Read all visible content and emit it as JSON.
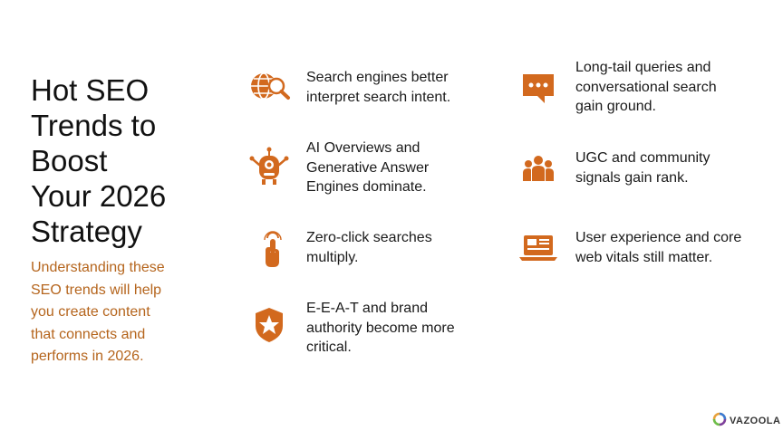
{
  "title_lines": [
    "Hot SEO",
    "Trends to",
    "Boost",
    "Your 2026",
    "Strategy"
  ],
  "subtitle_lines": [
    "Understanding these",
    "SEO trends will help",
    "you create content",
    "that connects and",
    "performs in 2026."
  ],
  "accent_color": "#d2691e",
  "subtitle_color": "#b5651d",
  "trends": [
    {
      "icon": "globe-search-icon",
      "lines": [
        "Search engines better",
        "interpret search intent."
      ]
    },
    {
      "icon": "robot-icon",
      "lines": [
        "AI Overviews and",
        "Generative Answer",
        "Engines dominate."
      ]
    },
    {
      "icon": "pointer-click-icon",
      "lines": [
        "Zero-click searches",
        "multiply."
      ]
    },
    {
      "icon": "badge-star-icon",
      "lines": [
        "E-E-A-T and brand",
        "authority become more",
        "critical."
      ]
    },
    {
      "icon": "chat-bubble-icon",
      "lines": [
        "Long-tail queries and",
        "conversational search",
        "gain ground."
      ]
    },
    {
      "icon": "community-icon",
      "lines": [
        "UGC and community",
        "signals gain rank."
      ]
    },
    {
      "icon": "laptop-icon",
      "lines": [
        "User experience and core",
        "web vitals still matter."
      ]
    }
  ],
  "logo": {
    "icon": "vazoola-logo-icon",
    "text": "VAZOOLA"
  }
}
